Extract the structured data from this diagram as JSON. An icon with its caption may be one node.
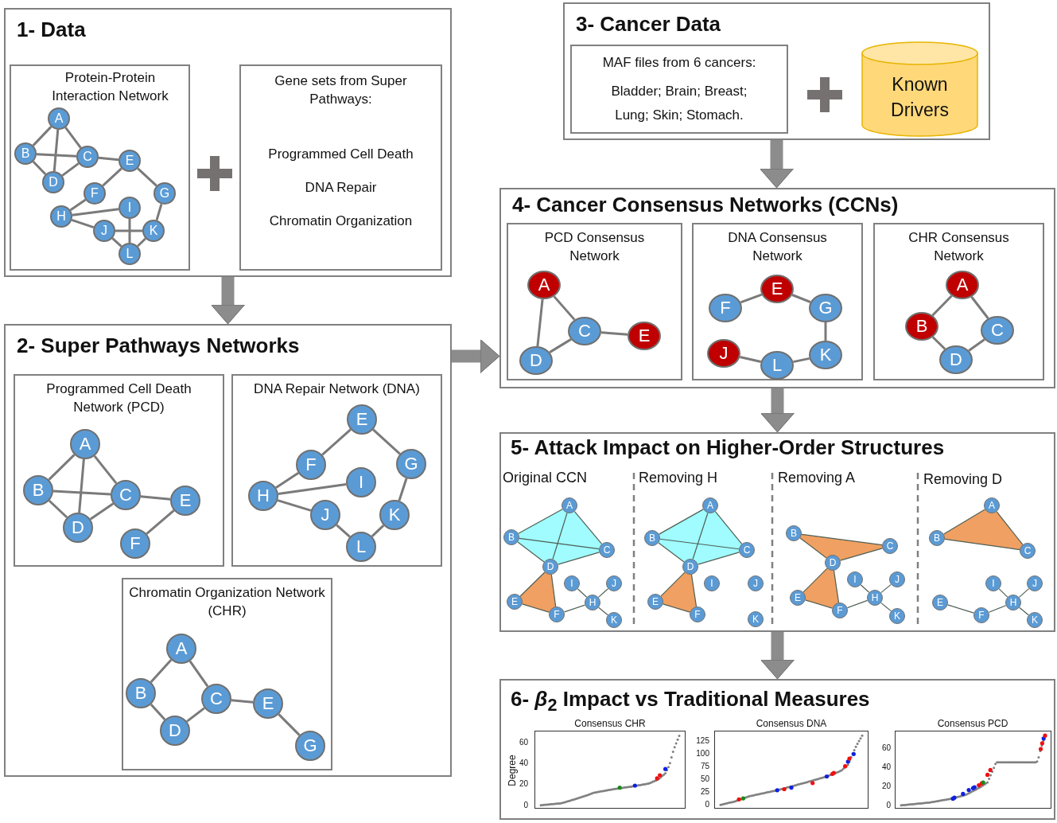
{
  "diagram": {
    "nodes": [
      {
        "text": [
          "1- Data"
        ]
      },
      {
        "text": [
          "Protein-Protein Interaction Network"
        ],
        "in": 0
      },
      {
        "text": [
          "A"
        ],
        "in": 1
      },
      {
        "text": [
          "B"
        ],
        "in": 1
      },
      {
        "text": [
          "C"
        ],
        "in": 1
      },
      {
        "text": [
          "D"
        ],
        "in": 1
      },
      {
        "text": [
          "E"
        ],
        "in": 1
      },
      {
        "text": [
          "F"
        ],
        "in": 1
      },
      {
        "text": [
          "G"
        ],
        "in": 1
      },
      {
        "text": [
          "H"
        ],
        "in": 1
      },
      {
        "text": [
          "I"
        ],
        "in": 1
      },
      {
        "text": [
          "J"
        ],
        "in": 1
      },
      {
        "text": [
          "K"
        ],
        "in": 1
      },
      {
        "text": [
          "L"
        ],
        "in": 1
      },
      {
        "text": [
          "Gene sets from Super Pathways:",
          "Programmed Cell Death",
          "DNA Repair",
          "Chromatin Organization"
        ],
        "in": 0
      },
      {
        "text": [
          "2- Super Pathways Networks"
        ]
      },
      {
        "text": [
          "Programmed Cell Death Network (PCD)"
        ],
        "in": 15
      },
      {
        "text": [
          "A"
        ],
        "in": 16
      },
      {
        "text": [
          "B"
        ],
        "in": 16
      },
      {
        "text": [
          "C"
        ],
        "in": 16
      },
      {
        "text": [
          "D"
        ],
        "in": 16
      },
      {
        "text": [
          "E"
        ],
        "in": 16
      },
      {
        "text": [
          "F"
        ],
        "in": 16
      },
      {
        "text": [
          "DNA Repair Network (DNA)"
        ],
        "in": 15
      },
      {
        "text": [
          "E"
        ],
        "in": 23
      },
      {
        "text": [
          "F"
        ],
        "in": 23
      },
      {
        "text": [
          "G"
        ],
        "in": 23
      },
      {
        "text": [
          "H"
        ],
        "in": 23
      },
      {
        "text": [
          "I"
        ],
        "in": 23
      },
      {
        "text": [
          "J"
        ],
        "in": 23
      },
      {
        "text": [
          "K"
        ],
        "in": 23
      },
      {
        "text": [
          "L"
        ],
        "in": 23
      },
      {
        "text": [
          "Chromatin Organization Network (CHR)"
        ],
        "in": 15
      },
      {
        "text": [
          "A"
        ],
        "in": 32
      },
      {
        "text": [
          "B"
        ],
        "in": 32
      },
      {
        "text": [
          "C"
        ],
        "in": 32
      },
      {
        "text": [
          "D"
        ],
        "in": 32
      },
      {
        "text": [
          "E"
        ],
        "in": 32
      },
      {
        "text": [
          "G"
        ],
        "in": 32
      },
      {
        "text": [
          "3- Cancer Data"
        ]
      },
      {
        "text": [
          "MAF files from 6 cancers:",
          "Bladder; Brain; Breast; Lung; Skin; Stomach."
        ],
        "in": 39
      },
      {
        "text": [
          "Known Drivers"
        ],
        "in": 39
      },
      {
        "text": [
          "4- Cancer Consensus Networks (CCNs)"
        ]
      },
      {
        "text": [
          "PCD Consensus Network"
        ],
        "in": 42
      },
      {
        "text": [
          "A"
        ],
        "in": 43
      },
      {
        "text": [
          "C"
        ],
        "in": 43
      },
      {
        "text": [
          "E"
        ],
        "in": 43
      },
      {
        "text": [
          "D"
        ],
        "in": 43
      },
      {
        "text": [
          "DNA Consensus Network"
        ],
        "in": 42
      },
      {
        "text": [
          "E"
        ],
        "in": 48
      },
      {
        "text": [
          "F"
        ],
        "in": 48
      },
      {
        "text": [
          "G"
        ],
        "in": 48
      },
      {
        "text": [
          "J"
        ],
        "in": 48
      },
      {
        "text": [
          "K"
        ],
        "in": 48
      },
      {
        "text": [
          "L"
        ],
        "in": 48
      },
      {
        "text": [
          "CHR Consensus Network"
        ],
        "in": 42
      },
      {
        "text": [
          "A"
        ],
        "in": 55
      },
      {
        "text": [
          "B"
        ],
        "in": 55
      },
      {
        "text": [
          "C"
        ],
        "in": 55
      },
      {
        "text": [
          "D"
        ],
        "in": 55
      },
      {
        "text": [
          "5- Attack Impact on Higher-Order Structures"
        ]
      },
      {
        "text": [
          "A"
        ],
        "in": 60
      },
      {
        "text": [
          "B"
        ],
        "in": 60
      },
      {
        "text": [
          "C"
        ],
        "in": 60
      },
      {
        "text": [
          "D"
        ],
        "in": 60
      },
      {
        "text": [
          "E"
        ],
        "in": 60
      },
      {
        "text": [
          "F"
        ],
        "in": 60
      },
      {
        "text": [
          "H"
        ],
        "in": 60
      },
      {
        "text": [
          "I"
        ],
        "in": 60
      },
      {
        "text": [
          "J"
        ],
        "in": 60
      },
      {
        "text": [
          "K"
        ],
        "in": 60
      },
      {
        "text": [
          "A"
        ],
        "in": 60
      },
      {
        "text": [
          "B"
        ],
        "in": 60
      },
      {
        "text": [
          "C"
        ],
        "in": 60
      },
      {
        "text": [
          "D"
        ],
        "in": 60
      },
      {
        "text": [
          "E"
        ],
        "in": 60
      },
      {
        "text": [
          "F"
        ],
        "in": 60
      },
      {
        "text": [
          "I"
        ],
        "in": 60
      },
      {
        "text": [
          "J"
        ],
        "in": 60
      },
      {
        "text": [
          "K"
        ],
        "in": 60
      },
      {
        "text": [
          "B"
        ],
        "in": 60
      },
      {
        "text": [
          "C"
        ],
        "in": 60
      },
      {
        "text": [
          "D"
        ],
        "in": 60
      },
      {
        "text": [
          "E"
        ],
        "in": 60
      },
      {
        "text": [
          "F"
        ],
        "in": 60
      },
      {
        "text": [
          "H"
        ],
        "in": 60
      },
      {
        "text": [
          "I"
        ],
        "in": 60
      },
      {
        "text": [
          "J"
        ],
        "in": 60
      },
      {
        "text": [
          "K"
        ],
        "in": 60
      },
      {
        "text": [
          "A"
        ],
        "in": 60
      },
      {
        "text": [
          "B"
        ],
        "in": 60
      },
      {
        "text": [
          "C"
        ],
        "in": 60
      },
      {
        "text": [
          "E"
        ],
        "in": 60
      },
      {
        "text": [
          "F"
        ],
        "in": 60
      },
      {
        "text": [
          "H"
        ],
        "in": 60
      },
      {
        "text": [
          "I"
        ],
        "in": 60
      },
      {
        "text": [
          "J"
        ],
        "in": 60
      },
      {
        "text": [
          "K"
        ],
        "in": 60
      },
      {
        "text": [
          "6- *β*$_{2}$ Impact vs Traditional Measures"
        ]
      }
    ],
    "edges": [
      {
        "from": 2,
        "to": 3,
        "arrow": "none"
      },
      {
        "from": 2,
        "to": 4,
        "arrow": "none"
      },
      {
        "from": 2,
        "to": 5,
        "arrow": "none"
      },
      {
        "from": 3,
        "to": 4,
        "arrow": "none"
      },
      {
        "from": 3,
        "to": 5,
        "arrow": "none"
      },
      {
        "from": 4,
        "to": 5,
        "arrow": "none"
      },
      {
        "from": 4,
        "to": 6,
        "arrow": "none"
      },
      {
        "from": 6,
        "to": 7,
        "arrow": "none"
      },
      {
        "from": 6,
        "to": 8,
        "arrow": "none"
      },
      {
        "from": 7,
        "to": 9,
        "arrow": "none"
      },
      {
        "from": 9,
        "to": 10,
        "arrow": "none"
      },
      {
        "from": 9,
        "to": 11,
        "arrow": "none"
      },
      {
        "from": 11,
        "to": 12,
        "arrow": "none"
      },
      {
        "from": 10,
        "to": 13,
        "arrow": "none"
      },
      {
        "from": 11,
        "to": 13,
        "arrow": "none"
      },
      {
        "from": 12,
        "to": 13,
        "arrow": "none"
      },
      {
        "from": 8,
        "to": 12,
        "arrow": "none"
      },
      {
        "from": 17,
        "to": 18,
        "arrow": "none"
      },
      {
        "from": 17,
        "to": 19,
        "arrow": "none"
      },
      {
        "from": 17,
        "to": 20,
        "arrow": "none"
      },
      {
        "from": 18,
        "to": 19,
        "arrow": "none"
      },
      {
        "from": 18,
        "to": 20,
        "arrow": "none"
      },
      {
        "from": 20,
        "to": 19,
        "arrow": "none"
      },
      {
        "from": 19,
        "to": 21,
        "arrow": "none"
      },
      {
        "from": 21,
        "to": 22,
        "arrow": "none"
      },
      {
        "from": 24,
        "to": 25,
        "arrow": "none"
      },
      {
        "from": 24,
        "to": 26,
        "arrow": "none"
      },
      {
        "from": 25,
        "to": 27,
        "arrow": "none"
      },
      {
        "from": 27,
        "to": 28,
        "arrow": "none"
      },
      {
        "from": 27,
        "to": 29,
        "arrow": "none"
      },
      {
        "from": 29,
        "to": 31,
        "arrow": "none"
      },
      {
        "from": 31,
        "to": 30,
        "arrow": "none"
      },
      {
        "from": 30,
        "to": 26,
        "arrow": "none"
      },
      {
        "from": 33,
        "to": 34,
        "arrow": "none"
      },
      {
        "from": 33,
        "to": 35,
        "arrow": "none"
      },
      {
        "from": 34,
        "to": 36,
        "arrow": "none"
      },
      {
        "from": 36,
        "to": 35,
        "arrow": "none"
      },
      {
        "from": 35,
        "to": 37,
        "arrow": "none"
      },
      {
        "from": 37,
        "to": 38,
        "arrow": "none"
      },
      {
        "from": 44,
        "to": 45,
        "arrow": "none"
      },
      {
        "from": 44,
        "to": 47,
        "arrow": "none"
      },
      {
        "from": 47,
        "to": 45,
        "arrow": "none"
      },
      {
        "from": 45,
        "to": 46,
        "arrow": "none"
      },
      {
        "from": 50,
        "to": 49,
        "arrow": "none"
      },
      {
        "from": 49,
        "to": 51,
        "arrow": "none"
      },
      {
        "from": 51,
        "to": 53,
        "arrow": "none"
      },
      {
        "from": 53,
        "to": 54,
        "arrow": "none"
      },
      {
        "from": 54,
        "to": 52,
        "arrow": "none"
      },
      {
        "from": 56,
        "to": 57,
        "arrow": "none"
      },
      {
        "from": 56,
        "to": 58,
        "arrow": "none"
      },
      {
        "from": 57,
        "to": 59,
        "arrow": "none"
      },
      {
        "from": 59,
        "to": 58,
        "arrow": "none"
      },
      {
        "from": 61,
        "to": 62,
        "arrow": "none"
      },
      {
        "from": 61,
        "to": 63,
        "arrow": "none"
      },
      {
        "from": 61,
        "to": 64,
        "arrow": "none"
      },
      {
        "from": 62,
        "to": 63,
        "arrow": "none"
      },
      {
        "from": 62,
        "to": 64,
        "arrow": "none"
      },
      {
        "from": 63,
        "to": 64,
        "arrow": "none"
      },
      {
        "from": 64,
        "to": 65,
        "arrow": "none"
      },
      {
        "from": 64,
        "to": 66,
        "arrow": "none"
      },
      {
        "from": 65,
        "to": 66,
        "arrow": "none"
      },
      {
        "from": 66,
        "to": 67,
        "arrow": "none"
      },
      {
        "from": 67,
        "to": 68,
        "arrow": "none"
      },
      {
        "from": 67,
        "to": 69,
        "arrow": "none"
      },
      {
        "from": 67,
        "to": 70,
        "arrow": "none"
      },
      {
        "from": 71,
        "to": 72,
        "arrow": "none"
      },
      {
        "from": 71,
        "to": 73,
        "arrow": "none"
      },
      {
        "from": 71,
        "to": 74,
        "arrow": "none"
      },
      {
        "from": 72,
        "to": 73,
        "arrow": "none"
      },
      {
        "from": 72,
        "to": 74,
        "arrow": "none"
      },
      {
        "from": 73,
        "to": 74,
        "arrow": "none"
      },
      {
        "from": 74,
        "to": 75,
        "arrow": "none"
      },
      {
        "from": 74,
        "to": 76,
        "arrow": "none"
      },
      {
        "from": 75,
        "to": 76,
        "arrow": "none"
      },
      {
        "from": 80,
        "to": 81,
        "arrow": "none"
      },
      {
        "from": 80,
        "to": 82,
        "arrow": "none"
      },
      {
        "from": 81,
        "to": 82,
        "arrow": "none"
      },
      {
        "from": 82,
        "to": 83,
        "arrow": "none"
      },
      {
        "from": 82,
        "to": 84,
        "arrow": "none"
      },
      {
        "from": 83,
        "to": 84,
        "arrow": "none"
      },
      {
        "from": 84,
        "to": 85,
        "arrow": "none"
      },
      {
        "from": 85,
        "to": 86,
        "arrow": "none"
      },
      {
        "from": 85,
        "to": 87,
        "arrow": "none"
      },
      {
        "from": 85,
        "to": 88,
        "arrow": "none"
      },
      {
        "from": 89,
        "to": 90,
        "arrow": "none"
      },
      {
        "from": 89,
        "to": 91,
        "arrow": "none"
      },
      {
        "from": 90,
        "to": 91,
        "arrow": "none"
      },
      {
        "from": 92,
        "to": 93,
        "arrow": "none"
      },
      {
        "from": 93,
        "to": 94,
        "arrow": "none"
      },
      {
        "from": 94,
        "to": 95,
        "arrow": "none"
      },
      {
        "from": 94,
        "to": 96,
        "arrow": "none"
      },
      {
        "from": 94,
        "to": 97,
        "arrow": "none"
      },
      {
        "from": 0,
        "to": 15,
        "arrow": "to",
        "style": "thick"
      },
      {
        "from": 39,
        "to": 42,
        "arrow": "to",
        "style": "thick"
      },
      {
        "from": 15,
        "to": 42,
        "arrow": "to",
        "style": "thick"
      },
      {
        "from": 42,
        "to": 60,
        "arrow": "to",
        "style": "thick"
      },
      {
        "from": 60,
        "to": 98,
        "arrow": "to",
        "style": "thick"
      }
    ],
    "labels": [
      "Original CCN",
      "Removing H",
      "Removing A",
      "Removing D",
      "Consensus CHR",
      "60",
      "40",
      "20",
      "0",
      "Degree",
      "Consensus DNA",
      "125",
      "100",
      "75",
      "50",
      "25",
      "0",
      "Consensus PCD",
      "60",
      "40",
      "20",
      "0"
    ]
  }
}
